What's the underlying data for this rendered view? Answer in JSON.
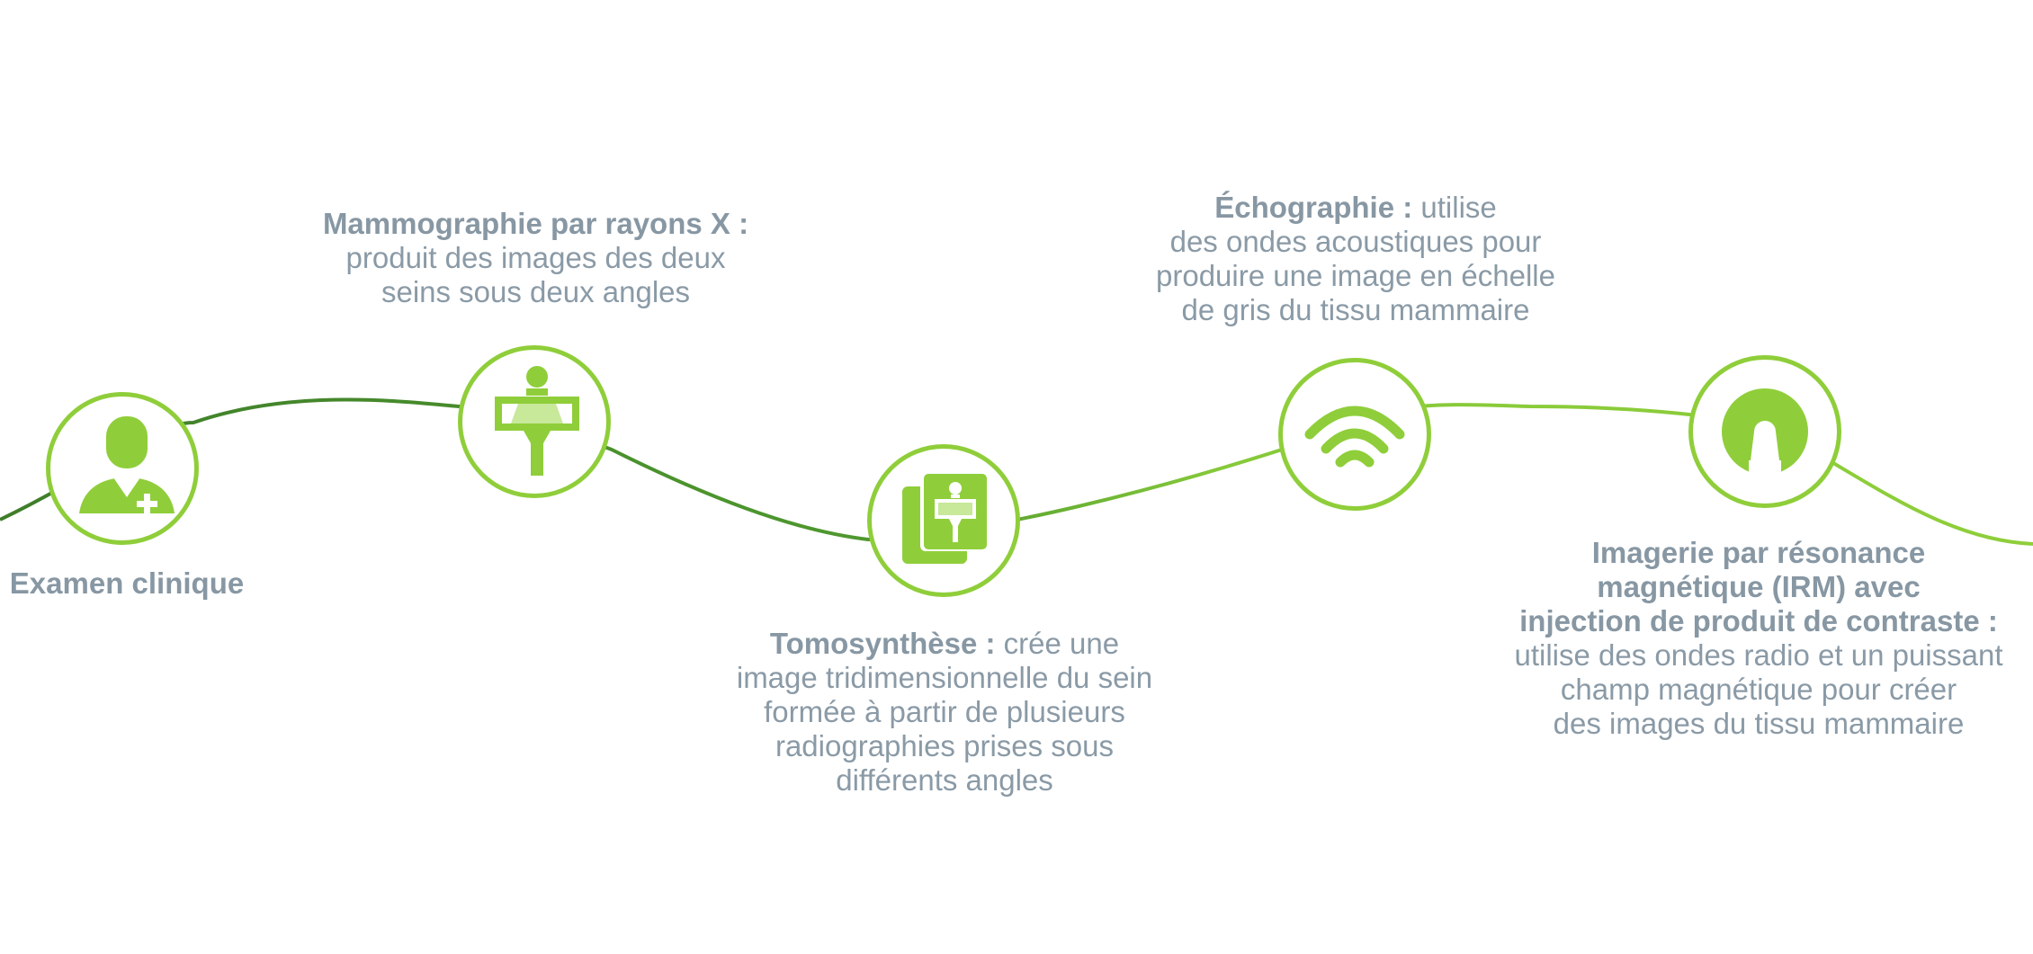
{
  "colors": {
    "accent": "#8fce3a",
    "accent_dark": "#4a8a2e",
    "text": "#8a9aa6"
  },
  "steps": [
    {
      "icon": "doctor-icon",
      "title": "Examen clinique",
      "lines": []
    },
    {
      "icon": "mammography-icon",
      "title": "Mammographie par rayons X :",
      "lines": [
        "produit des images des deux",
        "seins sous deux angles"
      ]
    },
    {
      "icon": "tomosynthesis-icon",
      "title": "Tomosynthèse :",
      "title_rest": " crée une",
      "lines": [
        "image tridimensionnelle du sein",
        "formée à partir de plusieurs",
        "radiographies prises sous",
        "différents angles"
      ]
    },
    {
      "icon": "ultrasound-waves-icon",
      "title": "Échographie :",
      "title_rest": " utilise",
      "lines": [
        "des ondes acoustiques pour",
        "produire une image en échelle",
        "de gris du tissu mammaire"
      ]
    },
    {
      "icon": "mri-scanner-icon",
      "title_lines": [
        "Imagerie par résonance",
        "magnétique (IRM) avec",
        "injection de produit de contraste :"
      ],
      "lines": [
        "utilise des ondes radio et un puissant",
        "champ magnétique pour créer",
        "des images du tissu mammaire"
      ]
    }
  ]
}
